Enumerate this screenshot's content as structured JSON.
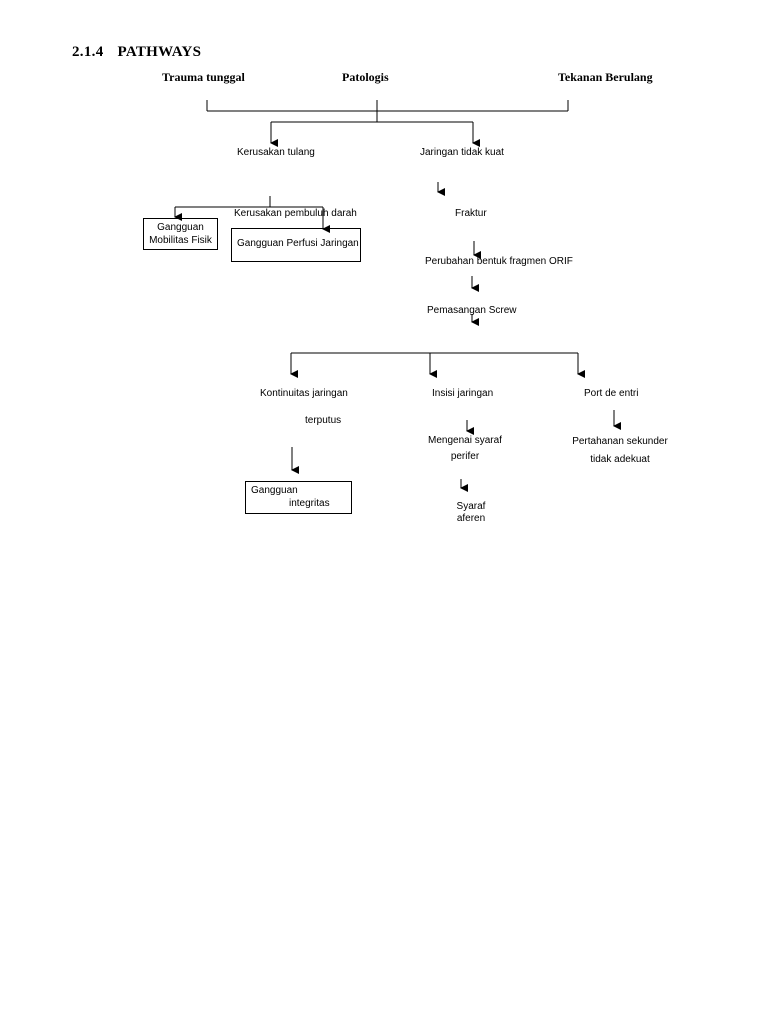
{
  "heading": {
    "number": "2.1.4",
    "title": "PATHWAYS"
  },
  "causes": {
    "trauma": "Trauma tunggal",
    "patologis": "Patologis",
    "tekanan": "Tekanan Berulang"
  },
  "nodes": {
    "kerusakan_tulang": "Kerusakan tulang",
    "jaringan_tidak_kuat": "Jaringan tidak kuat",
    "kerusakan_pembuluh": "Kerusakan pembuluh darah",
    "fraktur": "Fraktur",
    "perubahan": "Perubahan bentuk fragmen ORIF",
    "pemasangan": "Pemasangan Screw",
    "kontinuitas_1": "Kontinuitas jaringan",
    "kontinuitas_2": "terputus",
    "insisi": "Insisi jaringan",
    "port": "Port de entri",
    "mengenai_1": "Mengenai syaraf",
    "mengenai_2": "perifer",
    "syaraf_1": "Syaraf",
    "syaraf_2": "aferen",
    "pertahanan_1": "Pertahanan sekunder",
    "pertahanan_2": "tidak adekuat"
  },
  "diagnoses": {
    "mobilitas_1": "Gangguan",
    "mobilitas_2": "Mobilitas Fisik",
    "perfusi": "Gangguan Perfusi Jaringan",
    "integritas_1": "Gangguan",
    "integritas_2": "integritas"
  }
}
